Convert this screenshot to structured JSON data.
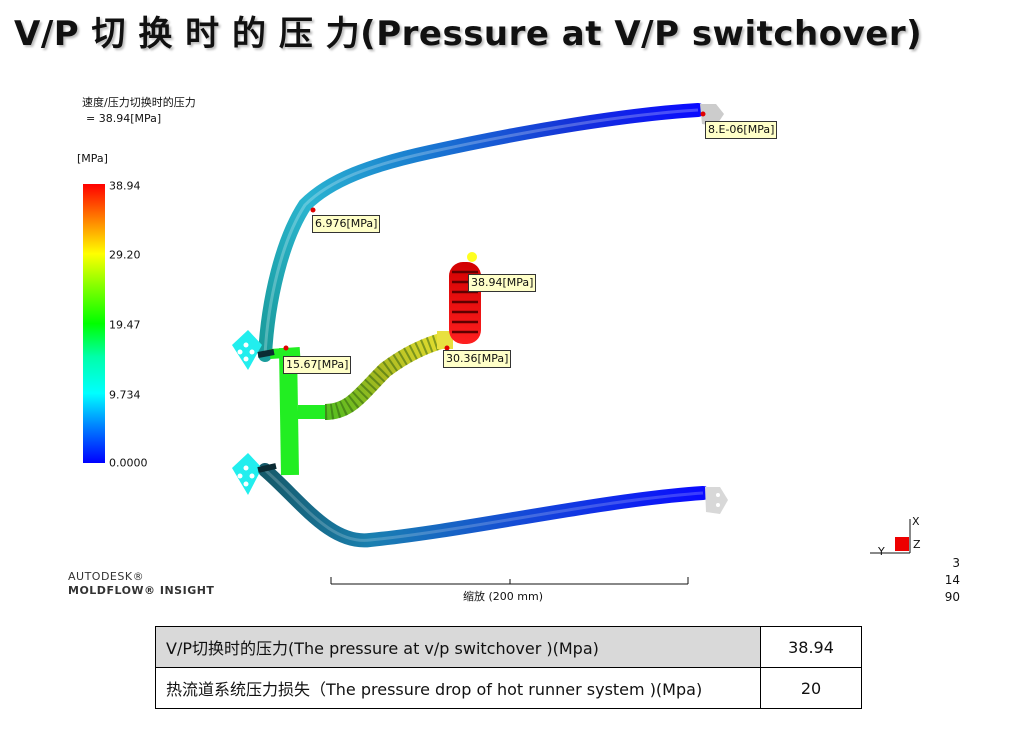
{
  "slide": {
    "title": "V/P 切 换 时 的 压 力(Pressure at V/P switchover)"
  },
  "result": {
    "name": "速度/压力切换时的压力",
    "value": "= 38.94[MPa]",
    "unit": "[MPa]"
  },
  "colorbar": {
    "ticks": [
      "38.94",
      "29.20",
      "19.47",
      "9.734",
      "0.0000"
    ],
    "colors": [
      "#ff0000",
      "#ffff00",
      "#00ff00",
      "#00ffff",
      "#0000ff"
    ]
  },
  "probes": [
    {
      "label": "8.E-06[MPa]"
    },
    {
      "label": "6.976[MPa]"
    },
    {
      "label": "38.94[MPa]"
    },
    {
      "label": "30.36[MPa]"
    },
    {
      "label": "15.67[MPa]"
    }
  ],
  "scale": {
    "label": "缩放 (200 mm)"
  },
  "brand": {
    "line1": "AUTODESK®",
    "line2": "MOLDFLOW® INSIGHT"
  },
  "axes": {
    "x": "X",
    "y": "Y",
    "z": "Z"
  },
  "view_numbers": [
    "3",
    "14",
    "90"
  ],
  "table": [
    {
      "label": "V/P切换时的压力(The pressure at  v/p switchover )(Mpa)",
      "value": "38.94"
    },
    {
      "label": "热流道系统压力损失（The pressure drop of hot runner system )(Mpa)",
      "value": "20"
    }
  ]
}
